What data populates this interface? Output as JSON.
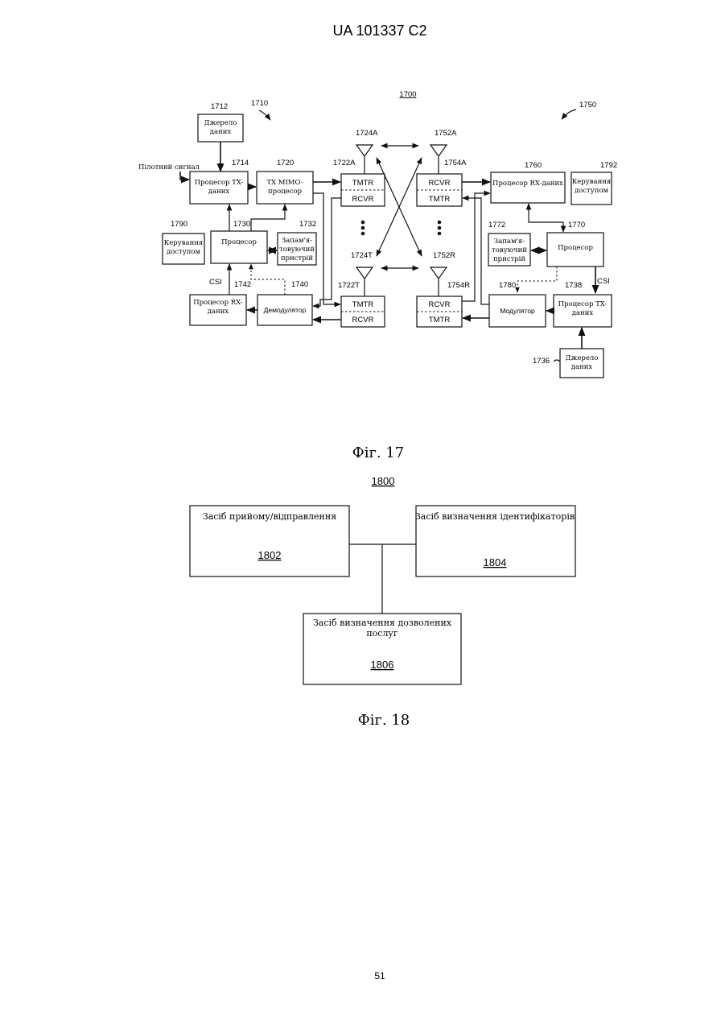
{
  "header": {
    "title": "UA   101337   C2"
  },
  "fig17": {
    "ref": "1700",
    "caption": "Фіг. 17",
    "left": {
      "ref": "1710",
      "data_source": {
        "ref": "1712",
        "label_lines": [
          "Джерело",
          "даних"
        ]
      },
      "pilot_signal": "Пілотний сигнал",
      "tx_data_proc": {
        "ref": "1714",
        "label_lines": [
          "Процесор TX-",
          "даних"
        ]
      },
      "tx_mimo": {
        "ref": "1720",
        "label_lines": [
          "TX MIMO-",
          "процесор"
        ]
      },
      "access_ctrl": {
        "ref": "1790",
        "label_lines": [
          "Керування",
          "доступом"
        ]
      },
      "processor": {
        "ref": "1730",
        "label": "Процесор"
      },
      "memory": {
        "ref": "1732",
        "label_lines": [
          "Запам'я-",
          "товуючий",
          "пристрій"
        ]
      },
      "rx_data_proc": {
        "ref": "1742",
        "label_lines": [
          "Процесор RX-",
          "даних"
        ]
      },
      "csi": "CSI",
      "demod": {
        "ref": "1740",
        "label": "Демодулятор"
      },
      "xcvr_a": {
        "ref": "1722A",
        "top": "TMTR",
        "bottom": "RCVR"
      },
      "xcvr_t": {
        "ref": "1722T",
        "top": "TMTR",
        "bottom": "RCVR"
      },
      "ant_a": "1724A",
      "ant_t": "1724T"
    },
    "right": {
      "ref": "1750",
      "xcvr_a": {
        "ref": "1754A",
        "top": "RCVR",
        "bottom": "TMTR"
      },
      "xcvr_r": {
        "ref": "1754R",
        "top": "RCVR",
        "bottom": "TMTR"
      },
      "ant_a": "1752A",
      "ant_r": "1752R",
      "rx_data_proc": {
        "ref": "1760",
        "label": "Процесор RX-даних"
      },
      "access_ctrl": {
        "ref": "1792",
        "label_lines": [
          "Керування",
          "доступом"
        ]
      },
      "memory": {
        "ref": "1772",
        "label_lines": [
          "Запам'я-",
          "товуючий",
          "пристрій"
        ]
      },
      "processor": {
        "ref": "1770",
        "label": "Процесор"
      },
      "modulator": {
        "ref": "1780",
        "label": "Модулятор"
      },
      "tx_data_proc": {
        "ref": "1738",
        "label_lines": [
          "Процесор TX-",
          "даних"
        ]
      },
      "csi": "CSI",
      "data_source": {
        "ref": "1736",
        "label_lines": [
          "Джерело",
          "даних"
        ]
      }
    }
  },
  "fig18": {
    "ref": "1800",
    "caption": "Фіг. 18",
    "box_1802": {
      "label": "Засіб прийому/відправлення",
      "ref": "1802"
    },
    "box_1804": {
      "label": "Засіб визначення ідентифікаторів",
      "ref": "1804"
    },
    "box_1806": {
      "label_lines": [
        "Засіб визначення дозволених",
        "послуг"
      ],
      "ref": "1806"
    }
  },
  "footer": {
    "page_number": "51"
  }
}
